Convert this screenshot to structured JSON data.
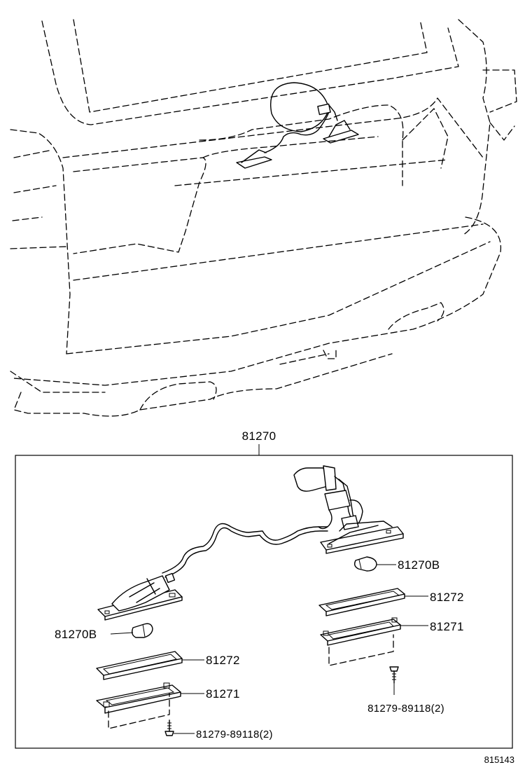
{
  "assembly": {
    "number": "81270"
  },
  "callouts": {
    "bulb_right": "81270B",
    "lens_right": "81272",
    "housing_right": "81271",
    "screw_right": "81279-89118(2)",
    "bulb_left": "81270B",
    "lens_left": "81272",
    "housing_left": "81271",
    "screw_left": "81279-89118(2)"
  },
  "figure_number": "815143"
}
